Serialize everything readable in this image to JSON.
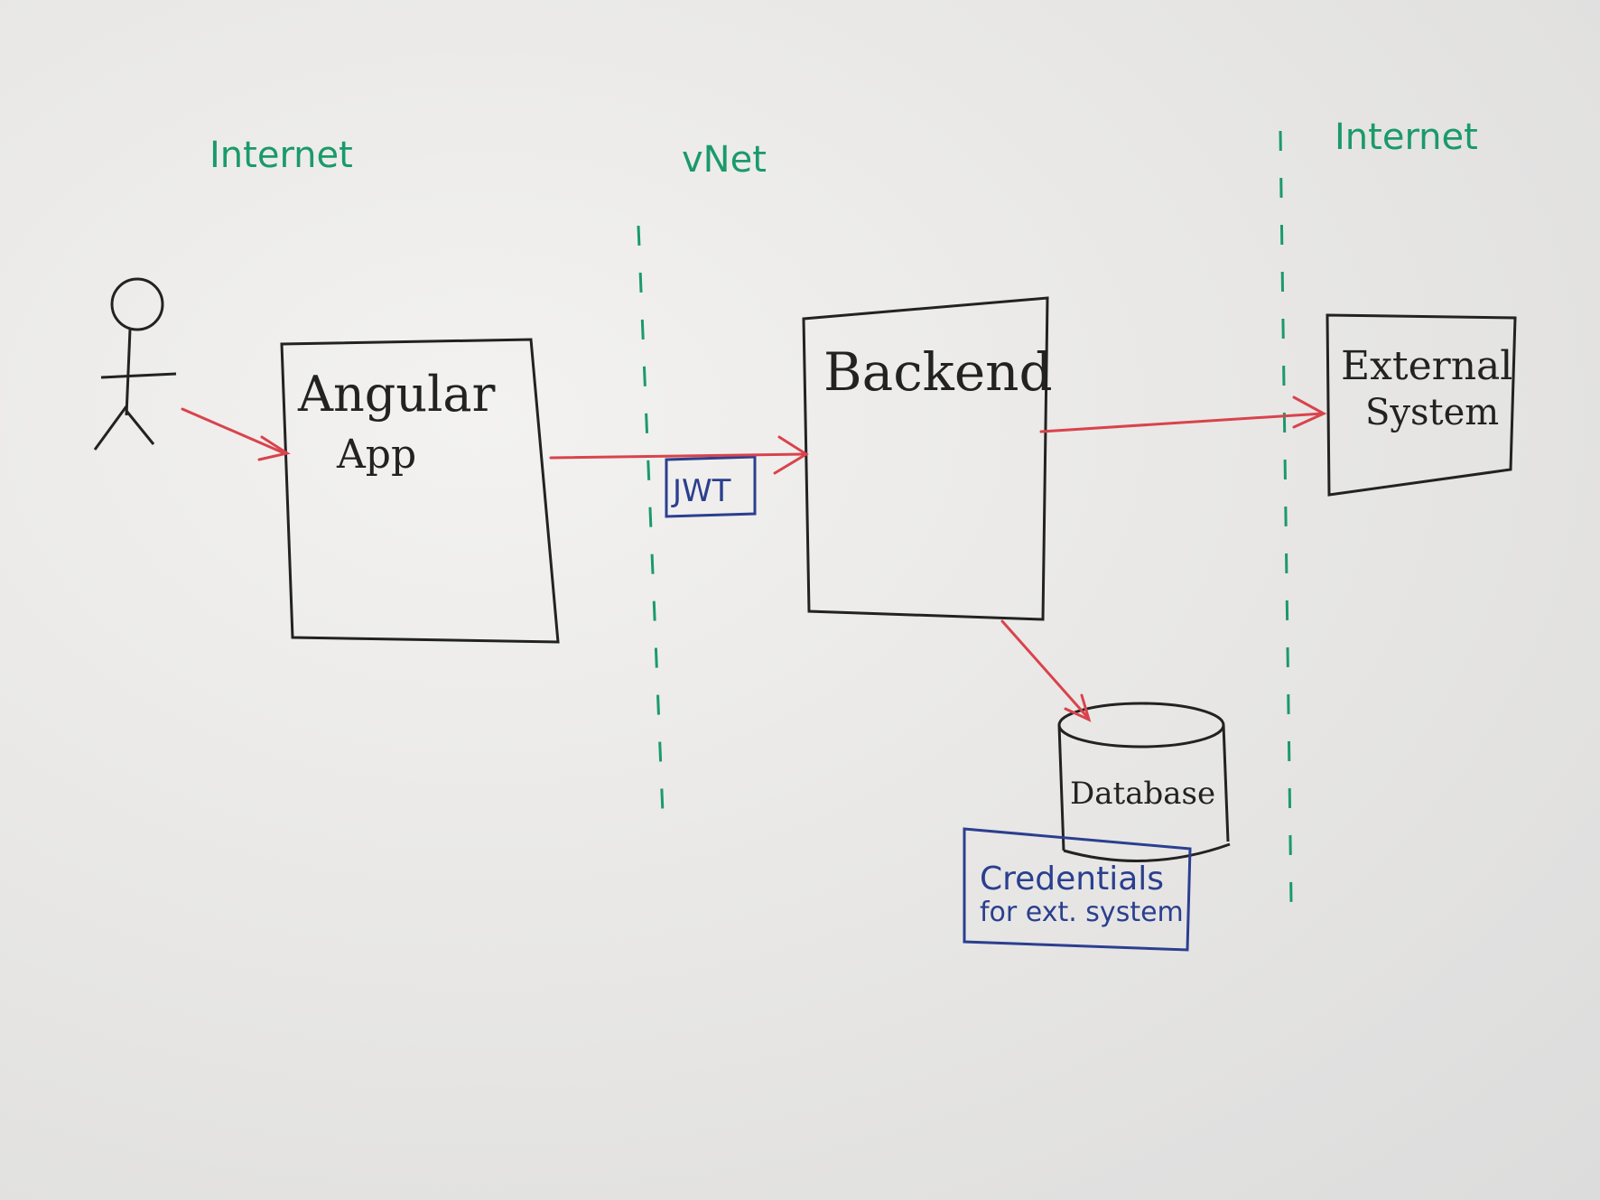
{
  "zones": [
    {
      "label": "Internet"
    },
    {
      "label": "vNet"
    },
    {
      "label": "Internet"
    }
  ],
  "angular_app": {
    "line1": "Angular",
    "line2": "App"
  },
  "backend": {
    "label": "Backend"
  },
  "external_system": {
    "line1": "External",
    "line2": "System"
  },
  "database": {
    "label": "Database"
  },
  "jwt": {
    "label": "JWT"
  },
  "credentials": {
    "line1": "Credentials",
    "line2": "for ext. system"
  },
  "colors": {
    "zone_text": "#1a9a6a",
    "dashed_divider": "#1a9a6a",
    "arrow": "#d9434c",
    "box": "#222222",
    "note": "#2b3f8f"
  }
}
